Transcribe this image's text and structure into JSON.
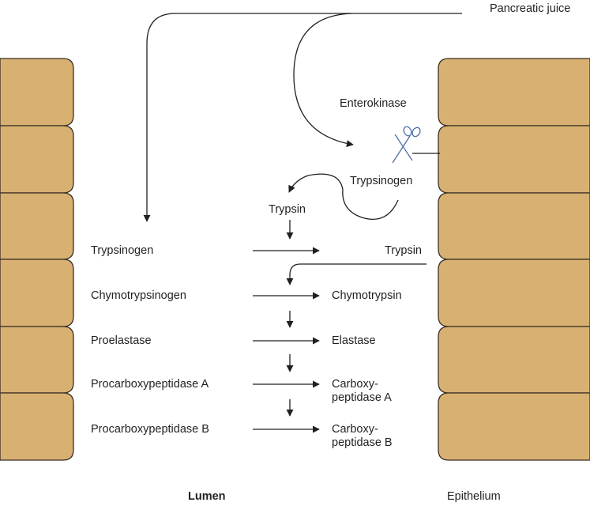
{
  "colors": {
    "cell_fill": "#d8b172",
    "cell_stroke": "#3a2f25",
    "scissors": "#4a6fa8",
    "text": "#231f20"
  },
  "labels": {
    "pancreatic_juice": "Pancreatic juice",
    "enterokinase": "Enterokinase",
    "trypsinogen_brush": "Trypsinogen",
    "trypsin_top": "Trypsin",
    "trypsin_product": "Trypsin",
    "lumen": "Lumen",
    "epithelium": "Epithelium"
  },
  "reactions": [
    {
      "precursor": "Trypsinogen",
      "product": ""
    },
    {
      "precursor": "Chymotrypsinogen",
      "product": "Chymotrypsin"
    },
    {
      "precursor": "Proelastase",
      "product": "Elastase"
    },
    {
      "precursor": "Procarboxypeptidase A",
      "product": "Carboxy-\npeptidase A"
    },
    {
      "precursor": "Procarboxypeptidase B",
      "product": "Carboxy-\npeptidase B"
    }
  ],
  "icons": {
    "scissors": "scissors-icon"
  }
}
